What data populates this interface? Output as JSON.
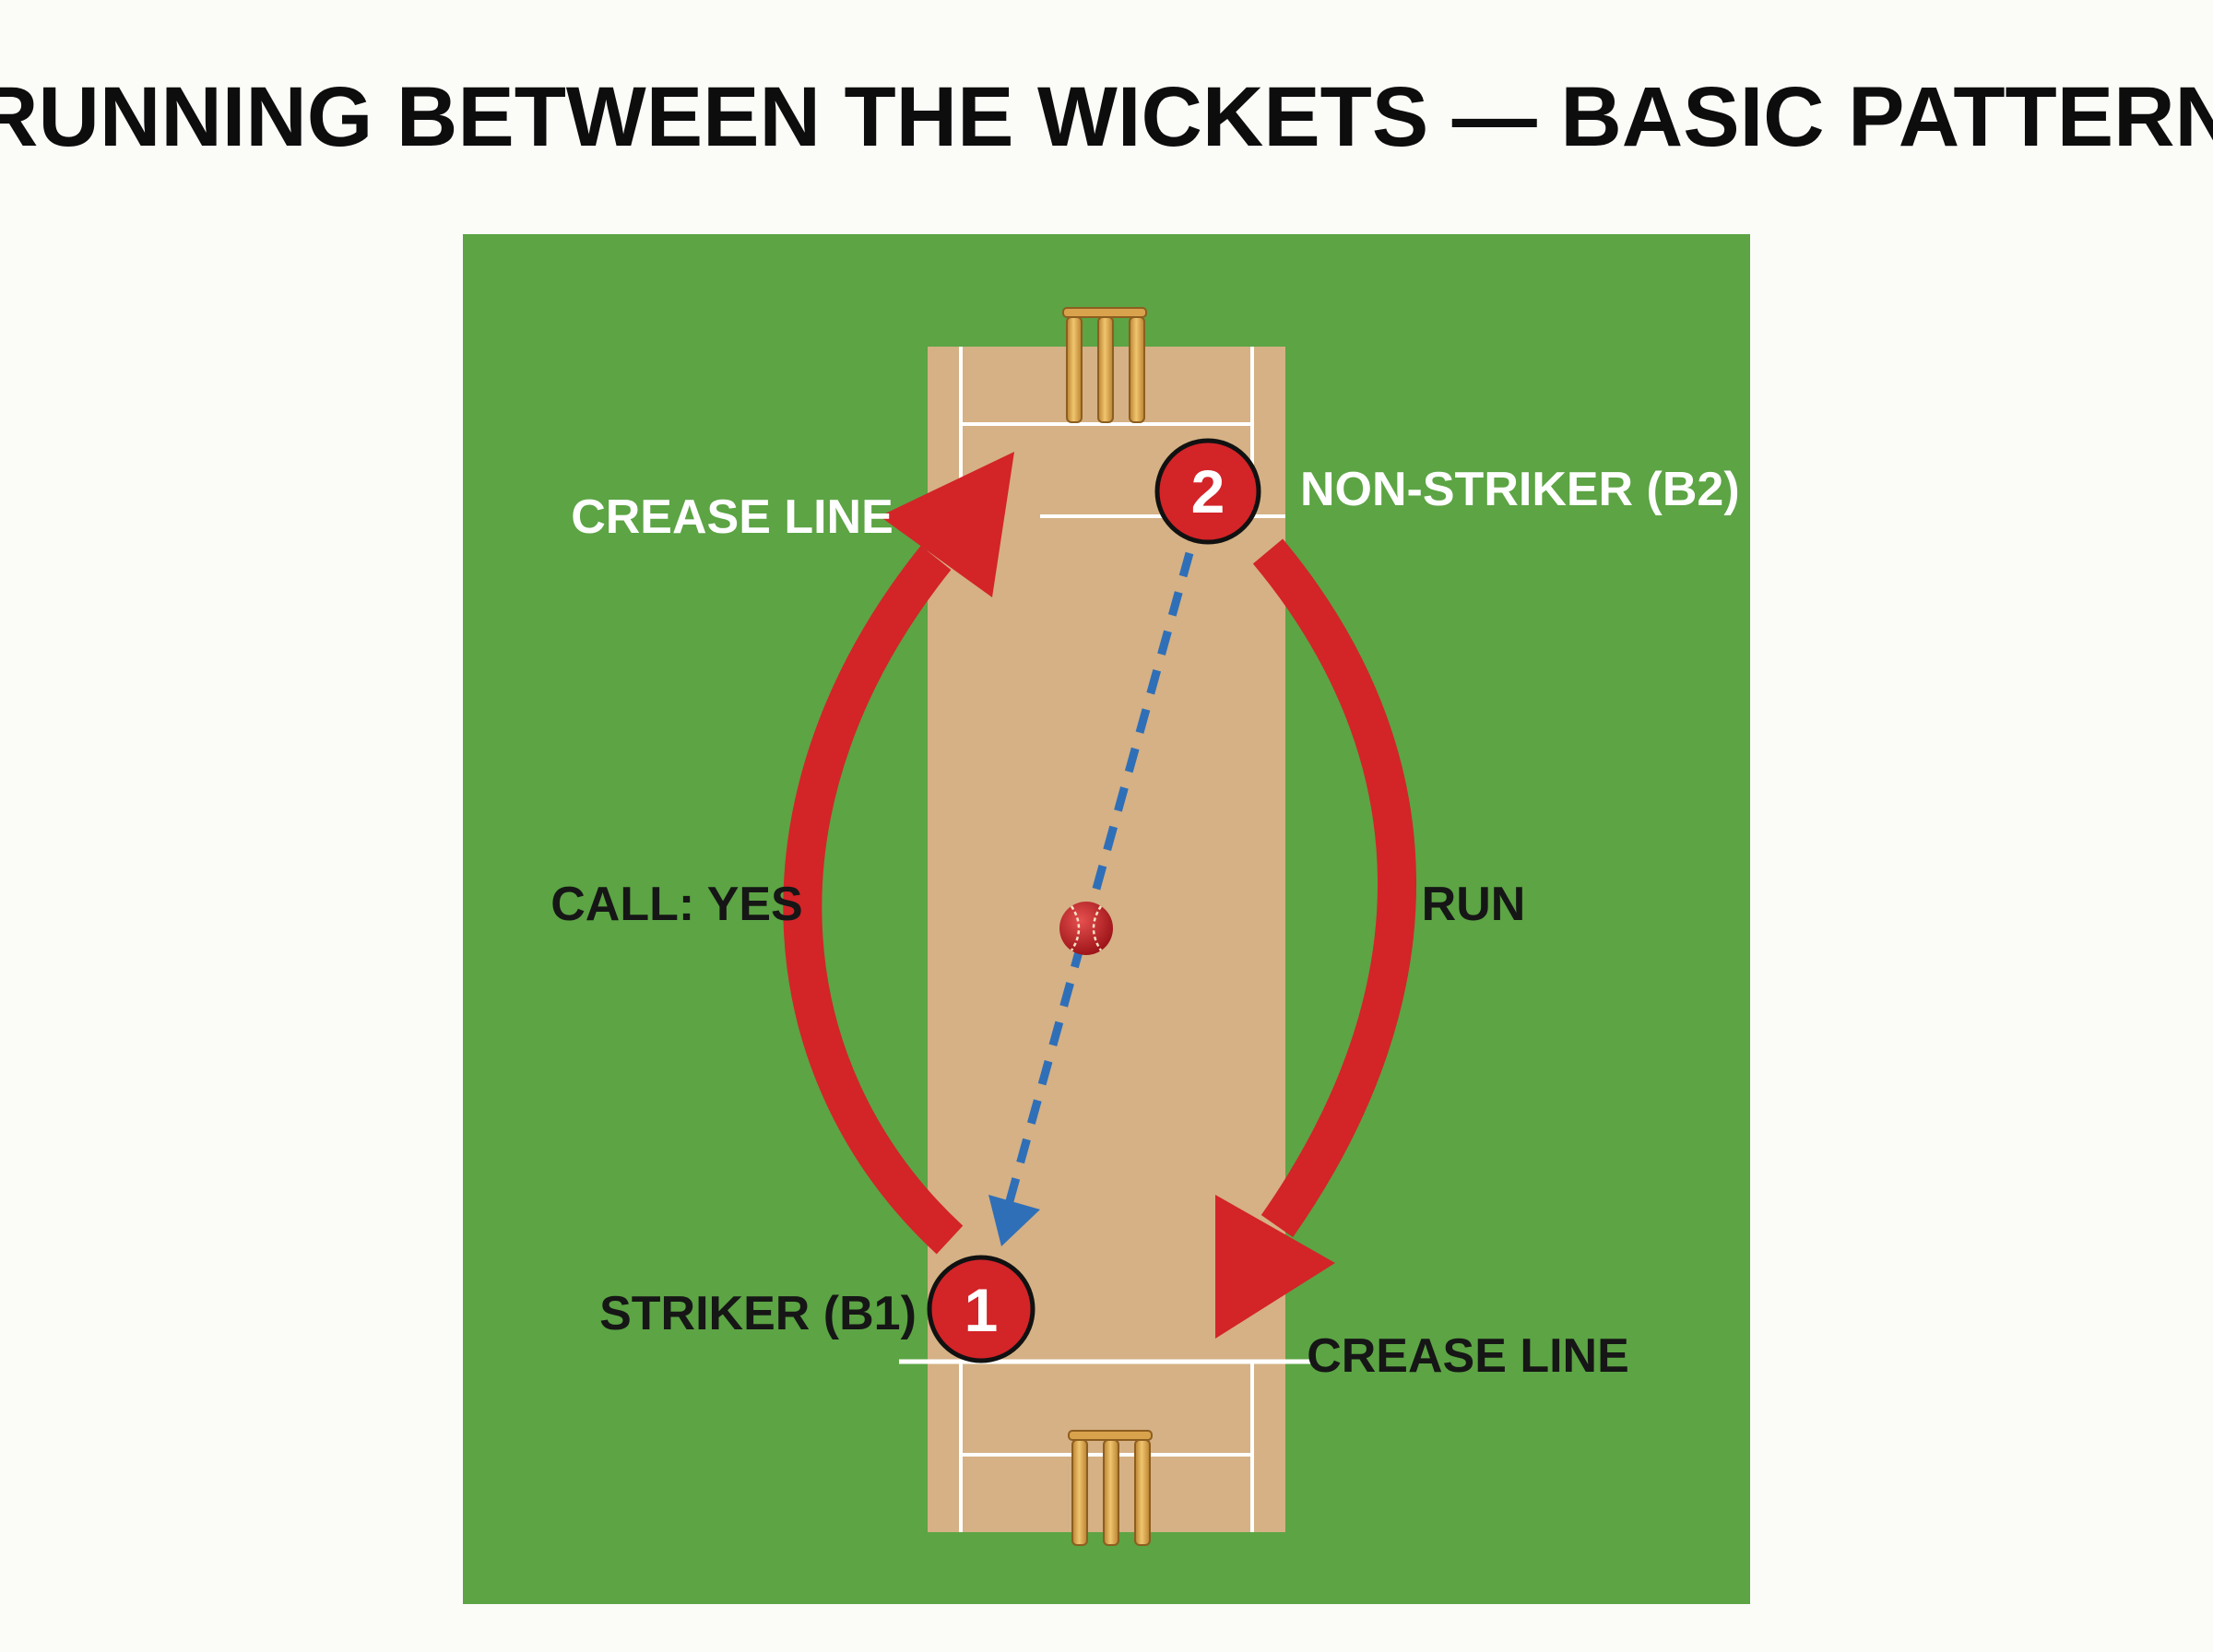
{
  "title": "RUNNING BETWEEN THE WICKETS — BASIC PATTERN",
  "labels": {
    "crease_line_top": "CREASE LINE",
    "non_striker": "NON-STRIKER (B2)",
    "call_yes": "CALL: YES",
    "run": "RUN",
    "striker": "STRIKER (B1)",
    "crease_line_bottom": "CREASE LINE"
  },
  "batsmen": {
    "striker_number": "1",
    "non_striker_number": "2"
  },
  "colors": {
    "background": "#fbfbf8",
    "field": "#5ca444",
    "pitch": "#d5b185",
    "crease": "#ffffff",
    "arrow_red": "#d32428",
    "ball_path_blue": "#2f6fb8",
    "ball": "#c8262a",
    "stumps": "#e3b25a",
    "label_light": "#ffffff",
    "label_dark": "#161616",
    "title": "#0d0d0d"
  },
  "icons": {
    "ball": "cricket-ball-icon",
    "stumps": "wicket-stumps-icon",
    "batsman_marker": "batsman-number-marker"
  }
}
